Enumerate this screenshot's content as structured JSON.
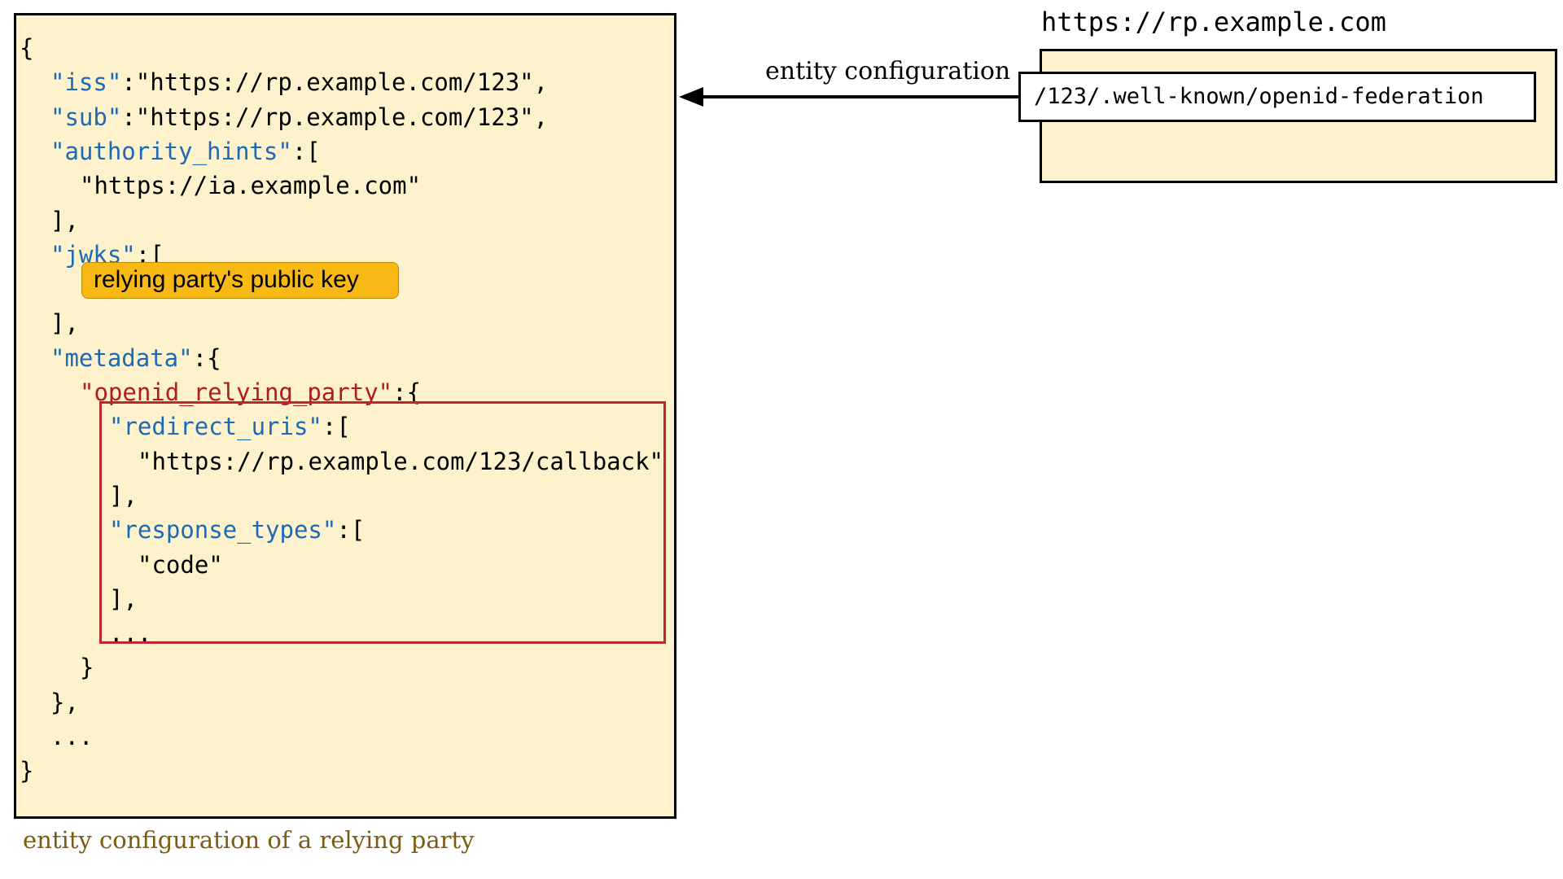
{
  "json_box": {
    "lines": [
      {
        "parts": [
          {
            "text": "{",
            "style": "plain"
          }
        ]
      },
      {
        "parts": [
          {
            "text": "\"iss\"",
            "style": "blue"
          },
          {
            "text": ":\"https://rp.example.com/123\",",
            "style": "plain"
          }
        ]
      },
      {
        "parts": [
          {
            "text": "\"sub\"",
            "style": "blue"
          },
          {
            "text": ":\"https://rp.example.com/123\",",
            "style": "plain"
          }
        ]
      },
      {
        "parts": [
          {
            "text": "\"authority_hints\"",
            "style": "blue"
          },
          {
            "text": ":[",
            "style": "plain"
          }
        ]
      },
      {
        "parts": [
          {
            "text": "\"https://ia.example.com\"",
            "style": "plain"
          }
        ]
      },
      {
        "parts": [
          {
            "text": "],",
            "style": "plain"
          }
        ]
      },
      {
        "parts": [
          {
            "text": "\"jwks\"",
            "style": "blue"
          },
          {
            "text": ":[",
            "style": "plain"
          }
        ]
      },
      {
        "parts": []
      },
      {
        "parts": [
          {
            "text": "],",
            "style": "plain"
          }
        ]
      },
      {
        "parts": [
          {
            "text": "\"metadata\"",
            "style": "blue"
          },
          {
            "text": ":{",
            "style": "plain"
          }
        ]
      },
      {
        "parts": [
          {
            "text": "\"openid_relying_party\"",
            "style": "red"
          },
          {
            "text": ":{",
            "style": "plain"
          }
        ]
      },
      {
        "parts": [
          {
            "text": "\"redirect_uris\"",
            "style": "blue"
          },
          {
            "text": ":[",
            "style": "plain"
          }
        ]
      },
      {
        "parts": [
          {
            "text": "\"https://rp.example.com/123/callback\"",
            "style": "plain"
          }
        ]
      },
      {
        "parts": [
          {
            "text": "],",
            "style": "plain"
          }
        ]
      },
      {
        "parts": [
          {
            "text": "\"response_types\"",
            "style": "blue"
          },
          {
            "text": ":[",
            "style": "plain"
          }
        ]
      },
      {
        "parts": [
          {
            "text": "\"code\"",
            "style": "plain"
          }
        ]
      },
      {
        "parts": [
          {
            "text": "],",
            "style": "plain"
          }
        ]
      },
      {
        "parts": [
          {
            "text": "...",
            "style": "plain"
          }
        ]
      },
      {
        "parts": [
          {
            "text": "}",
            "style": "plain"
          }
        ]
      },
      {
        "parts": [
          {
            "text": "},",
            "style": "plain"
          }
        ]
      },
      {
        "parts": [
          {
            "text": "...",
            "style": "plain"
          }
        ]
      },
      {
        "parts": [
          {
            "text": "}",
            "style": "plain"
          }
        ]
      }
    ],
    "public_key_label": "relying party's public key",
    "caption": "entity configuration of a relying party"
  },
  "site": {
    "domain": "https://rp.example.com",
    "path": "/123/.well-known/openid-federation"
  },
  "edge": {
    "label": "entity configuration"
  },
  "colors": {
    "box_fill": "#fef2cd",
    "key_blue": "#1c6ab5",
    "key_red": "#b01c1c",
    "badge_fill": "#f9b914",
    "frame_red": "#c0262d",
    "caption": "#7a5c12"
  }
}
